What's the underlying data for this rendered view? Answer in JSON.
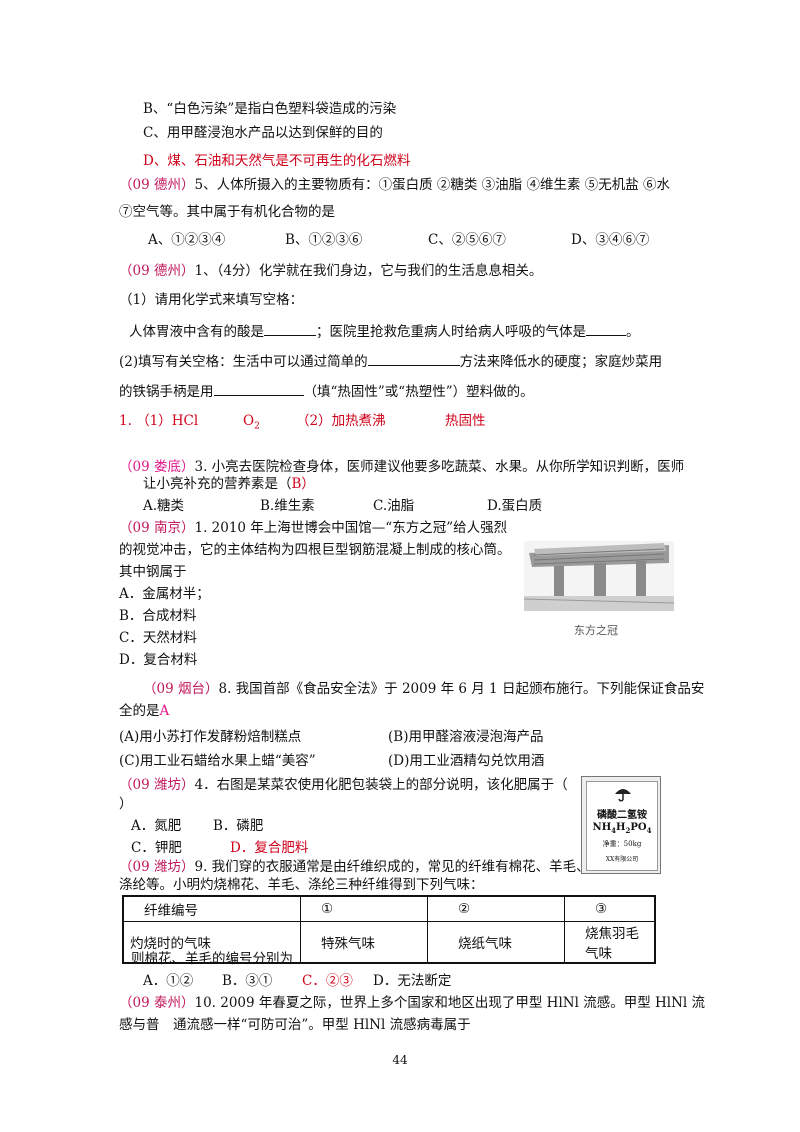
{
  "page_number": "44",
  "l1": "B、“白色污染”是指白色塑料袋造成的污染",
  "l2": "C、用甲醛浸泡水产品以达到保鲜的目的",
  "l3": "D、煤、石油和天然气是不可再生的化石燃料",
  "q5": {
    "tag": "（09 德州）",
    "text": "5、人体所摄入的主要物质有：①蛋白质 ②糖类 ③油脂 ④维生素 ⑤无机盐 ⑥水",
    "text2": "⑦空气等。其中属于有机化合物的是",
    "a": "A、①②③④",
    "b": "B、①②③⑥",
    "c": "C、②⑤⑥⑦",
    "d": "D、③④⑥⑦"
  },
  "q1": {
    "tag": "（09 德州）",
    "text": "1、（4分）化学就在我们身边，它与我们的生活息息相关。",
    "p1": "（1）请用化学式来填写空格：",
    "p2a": "人体胃液中含有的酸是",
    "p2b": "；医院里抢救危重病人时给病人呼吸的气体是",
    "p2c": "。",
    "p3a": "(2)填写有关空格：生活中可以通过简单的",
    "p3b": "方法来降低水的硬度；家庭炒菜用",
    "p4a": "的铁锅手柄是用",
    "p4b": "（填“热固性”或“热塑性”）塑料做的。",
    "ans1": "1. （1）HCl",
    "ans2": "O",
    "ans2sub": "2",
    "ans3": "（2）加热煮沸",
    "ans4": "热固性"
  },
  "q3": {
    "tag": "（09 娄底）",
    "text": "3. 小亮去医院检查身体，医师建议他要多吃蔬菜、水果。从你所学知识判断，医师",
    "text2a": "让小亮补充的营养素是（",
    "text2b": "B",
    "text2c": "）",
    "a": "A.糖类",
    "b": "B.维生素",
    "c": "C.油脂",
    "d": "D.蛋白质"
  },
  "qnj": {
    "tag": "（09 南京）",
    "text": "1. 2010 年上海世博会中国馆—“东方之冠”给人强烈",
    "text2": "的视觉冲击，它的主体结构为四根巨型钢筋混凝上制成的核心筒。",
    "text3": "其中钢属于",
    "a": "A．金属材半；",
    "b": "B．合成材料",
    "c": "C．天然材料",
    "d": "D．复合材料",
    "caption": "东方之冠"
  },
  "q8": {
    "tag": "（09 烟台）",
    "text": "8. 我国首部《食品安全法》于 2009 年 6 月 1 日起颁布施行。下列能保证食品安",
    "text2": "全的是",
    "answer": "A",
    "a": "(A)用小苏打作发酵粉焙制糕点",
    "b": "(B)用甲醛溶液浸泡海产品",
    "c": "(C)用工业石蜡给水果上蜡“美容”",
    "d": "(D)用工业酒精勾兑饮用酒"
  },
  "q4": {
    "tag": "（09 潍坊）",
    "text": "4．右图是某菜农使用化肥包装袋上的部分说明，该化肥属于（",
    "text2": "）",
    "a": "A．氮肥",
    "b": "B．磷肥",
    "c": "C．钾肥",
    "d": "D．复合肥料",
    "bag_title": "磷酸二氢铵",
    "bag_formula": "NH",
    "bag_formula_sub1": "4",
    "bag_formula_mid": "H",
    "bag_formula_sub2": "2",
    "bag_formula_end": "PO",
    "bag_formula_sub3": "4",
    "bag_weight": "净重：50kg",
    "bag_company": "XX有限公司"
  },
  "q9": {
    "tag": "（09 潍坊）",
    "text": "9. 我们穿的衣服通常是由纤维织成的，常见的纤维有棉花、羊毛、",
    "text2": "涤纶等。小明灼烧棉花、羊毛、涤纶三种纤维得到下列气味：",
    "table": [
      [
        "纤维编号",
        "①",
        "②",
        "③"
      ],
      [
        "灼烧时的气味",
        "特殊气味",
        "烧纸气味",
        "烧焦羽毛气味"
      ]
    ],
    "text3": "则棉花、羊毛的编号分别为",
    "a": "A．①②",
    "b": "B．③①",
    "c": "C．②③",
    "d": "D．无法断定"
  },
  "q10": {
    "tag": "（09 泰州）",
    "text": "10. 2009 年春夏之际，世界上多个国家和地区出现了甲型 HlNl 流感。甲型 HlNl 流",
    "text2": "感与普　通流感一样“可防可治”。甲型 HlNl 流感病毒属于"
  }
}
